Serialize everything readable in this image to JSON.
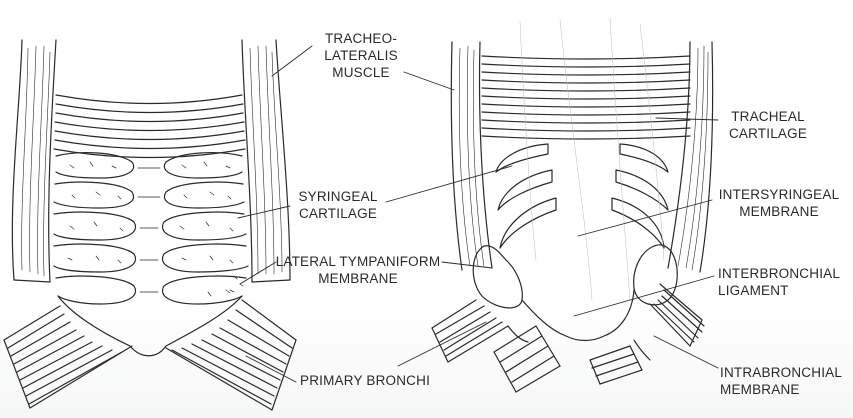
{
  "labels": {
    "tracheolateralis_muscle": [
      "TRACHEO-",
      "LATERALIS",
      "MUSCLE"
    ],
    "tracheal_cartilage": [
      "TRACHEAL",
      "CARTILAGE"
    ],
    "syringeal_cartilage": [
      "SYRINGEAL",
      "CARTILAGE"
    ],
    "intersyringeal_membrane": [
      "INTERSYRINGEAL",
      "MEMBRANE"
    ],
    "lateral_tympaniform_membrane": [
      "LATERAL TYMPANIFORM",
      "MEMBRANE"
    ],
    "interbronchial_ligament": [
      "INTERBRONCHIAL",
      "LIGAMENT"
    ],
    "primary_bronchi": [
      "PRIMARY BRONCHI"
    ],
    "intrabronchial_membrane": [
      "INTRABRONCHIAL",
      "MEMBRANE"
    ]
  },
  "colors": {
    "ink": "#2a2a2a",
    "background": "#ffffff"
  }
}
